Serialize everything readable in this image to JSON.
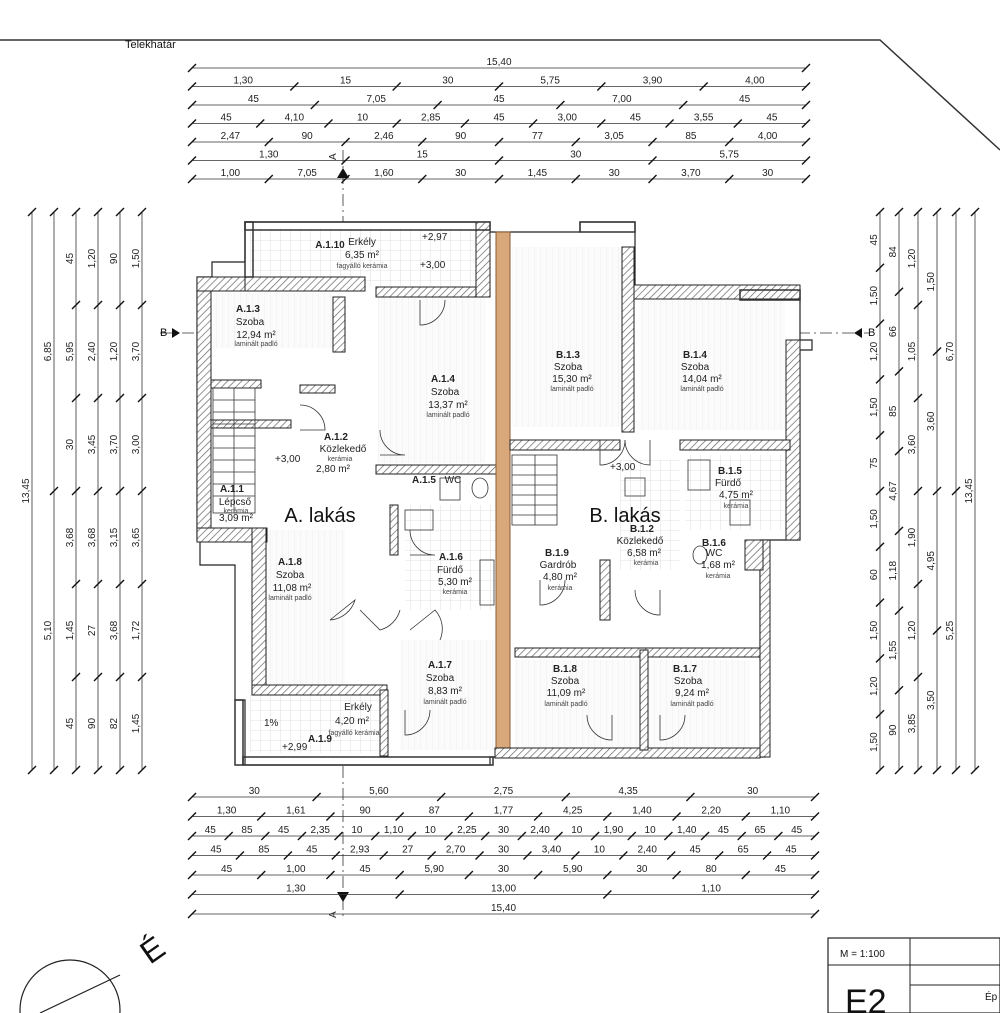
{
  "title_labels": {
    "property_line": "Telekhatár",
    "unit_a": "A. lakás",
    "unit_b": "B. lakás",
    "section_a": "A",
    "section_b": "B",
    "scale": "M = 1:100",
    "sheet": "E2",
    "sheet_fragment": "Ép",
    "north": "É"
  },
  "rooms": [
    {
      "code": "A.1.10",
      "name": "Erkély",
      "area": "6,35 m²",
      "finish": "fagyálló kerámia"
    },
    {
      "code": "A.1.3",
      "name": "Szoba",
      "area": "12,94 m²",
      "finish": "laminált padló"
    },
    {
      "code": "A.1.4",
      "name": "Szoba",
      "area": "13,37 m²",
      "finish": "laminált padló"
    },
    {
      "code": "A.1.2",
      "name": "Közlekedő",
      "area": "2,80 m²",
      "finish": "kerámia"
    },
    {
      "code": "A.1.5",
      "name": "WC",
      "area": "",
      "finish": ""
    },
    {
      "code": "A.1.1",
      "name": "Lépcső",
      "area": "3,09 m²",
      "finish": "kerámia"
    },
    {
      "code": "A.1.8",
      "name": "Szoba",
      "area": "11,08 m²",
      "finish": "laminált padló"
    },
    {
      "code": "A.1.6",
      "name": "Fürdő",
      "area": "5,30 m²",
      "finish": "kerámia"
    },
    {
      "code": "A.1.7",
      "name": "Szoba",
      "area": "8,83 m²",
      "finish": "laminált padló"
    },
    {
      "code": "A.1.9",
      "name": "Erkély",
      "area": "4,20 m²",
      "finish": "fagyálló kerámia"
    },
    {
      "code": "B.1.3",
      "name": "Szoba",
      "area": "15,30 m²",
      "finish": "laminált padló"
    },
    {
      "code": "B.1.4",
      "name": "Szoba",
      "area": "14,04 m²",
      "finish": "laminált padló"
    },
    {
      "code": "B.1.5",
      "name": "Fürdő",
      "area": "4,75 m²",
      "finish": "kerámia"
    },
    {
      "code": "B.1.2",
      "name": "Közlekedő",
      "area": "6,58 m²",
      "finish": "kerámia"
    },
    {
      "code": "B.1.6",
      "name": "WC",
      "area": "1,68 m²",
      "finish": "kerámia"
    },
    {
      "code": "B.1.9",
      "name": "Gardrób",
      "area": "4,80 m²",
      "finish": "kerámia"
    },
    {
      "code": "B.1.8",
      "name": "Szoba",
      "area": "11,09 m²",
      "finish": "laminált padló"
    },
    {
      "code": "B.1.7",
      "name": "Szoba",
      "area": "9,24 m²",
      "finish": "laminált padló"
    }
  ],
  "levels": [
    "+2,97",
    "+3,00",
    "+3,00",
    "+3,00",
    "+2,99"
  ],
  "slope": "1%",
  "dims_top": [
    [
      "15,40"
    ],
    [
      "1,30",
      "15",
      "30",
      "5,75",
      "3,90",
      "4,00"
    ],
    [
      "45",
      "7,05",
      "45",
      "7,00",
      "45"
    ],
    [
      "45",
      "4,10",
      "10",
      "2,85",
      "45",
      "3,00",
      "45",
      "3,55",
      "45"
    ],
    [
      "2,47",
      "90",
      "2,46",
      "90",
      "77",
      "3,05",
      "85",
      "4,00"
    ],
    [
      "1,30",
      "15",
      "30",
      "5,75"
    ],
    [
      "1,00",
      "7,05",
      "1,60",
      "30",
      "1,45",
      "30",
      "3,70",
      "30"
    ]
  ],
  "dims_bottom": [
    [
      "30",
      "5,60",
      "2,75",
      "4,35",
      "30"
    ],
    [
      "1,30",
      "1,61",
      "90",
      "87",
      "1,77",
      "4,25",
      "1,40",
      "2,20",
      "1,10"
    ],
    [
      "45",
      "85",
      "45",
      "2,35",
      "10",
      "1,10",
      "10",
      "2,25",
      "30",
      "2,40",
      "10",
      "1,90",
      "10",
      "1,40",
      "45",
      "65",
      "45"
    ],
    [
      "45",
      "85",
      "45",
      "2,93",
      "27",
      "2,70",
      "30",
      "3,40",
      "10",
      "2,40",
      "45",
      "65",
      "45"
    ],
    [
      "45",
      "1,00",
      "45",
      "5,90",
      "30",
      "5,90",
      "30",
      "80",
      "45"
    ],
    [
      "1,30",
      "13,00",
      "1,10"
    ],
    [
      "15,40"
    ]
  ],
  "dims_left": [
    [
      "13,45"
    ],
    [
      "6,85",
      "5,10"
    ],
    [
      "45",
      "5,95",
      "30",
      "3,68",
      "1,45",
      "45"
    ],
    [
      "1,20",
      "2,40",
      "3,45",
      "3,68",
      "27",
      "90"
    ],
    [
      "90",
      "1,20",
      "3,70",
      "3,15",
      "3,68",
      "82"
    ],
    [
      "1,50",
      "3,70",
      "3,00",
      "3,65",
      "1,72",
      "1,45"
    ]
  ],
  "dims_right": [
    [
      "13,45"
    ],
    [
      "6,70",
      "5,25"
    ],
    [
      "1,50",
      "3,60",
      "4,95",
      "3,50"
    ],
    [
      "1,20",
      "1,05",
      "3,60",
      "1,90",
      "1,20",
      "3,85"
    ],
    [
      "84",
      "66",
      "85",
      "4,67",
      "1,18",
      "1,55",
      "90"
    ],
    [
      "45",
      "1,50",
      "1,20",
      "1,50",
      "75",
      "1,50",
      "60",
      "1,50",
      "1,20",
      "1,50"
    ]
  ]
}
